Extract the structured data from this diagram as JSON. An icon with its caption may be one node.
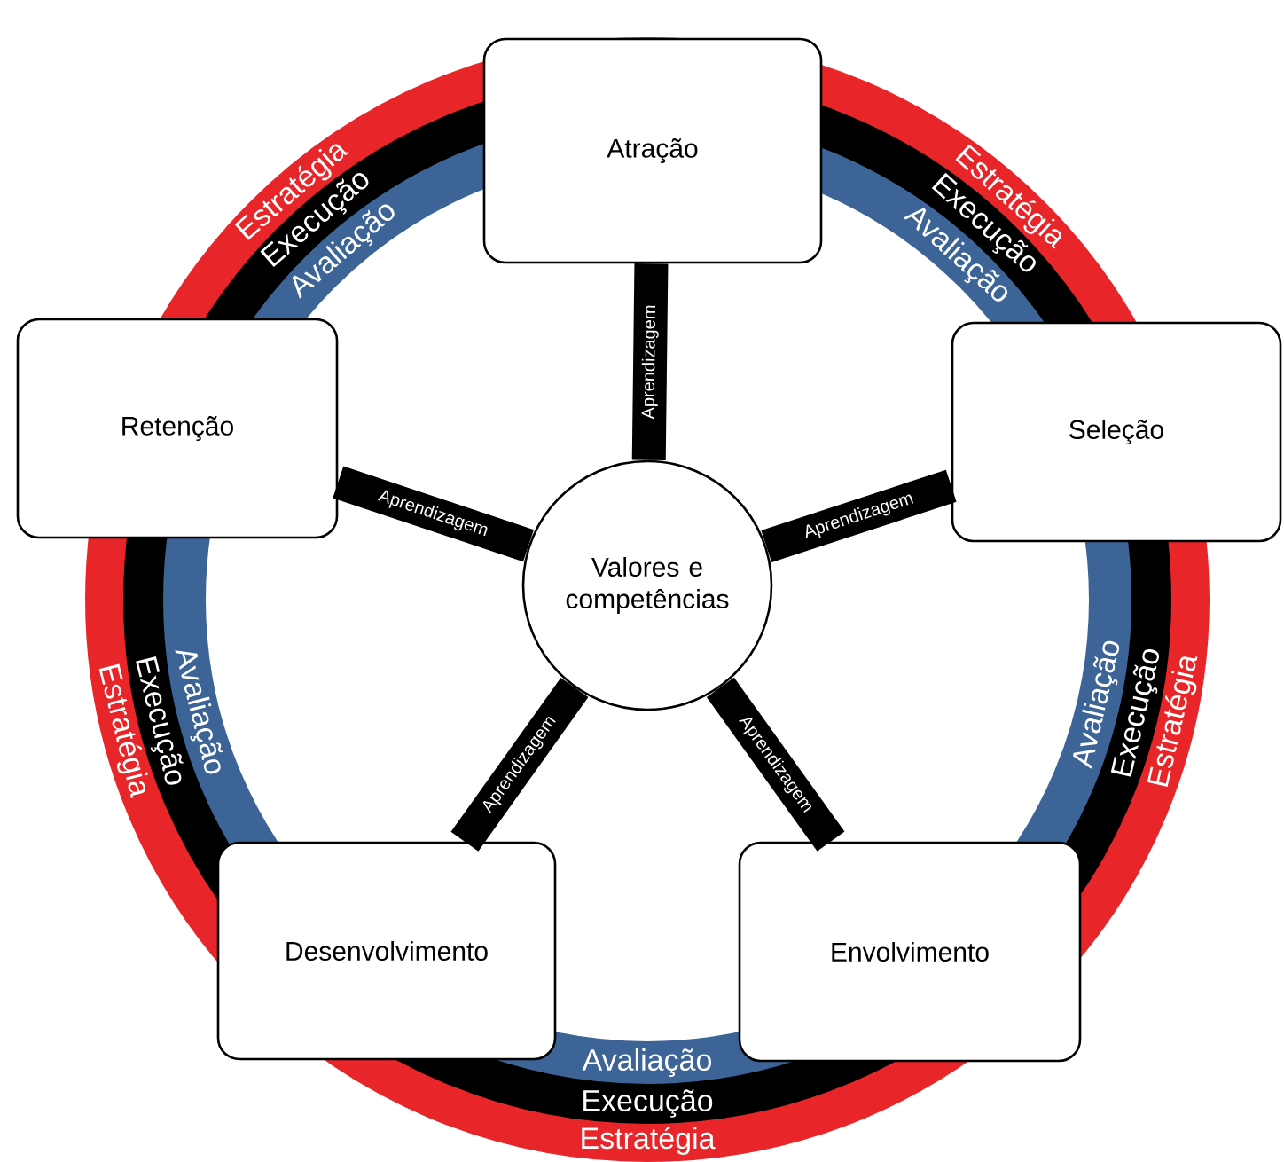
{
  "diagram": {
    "nodes": [
      {
        "text": [
          "Atração"
        ]
      },
      {
        "text": [
          "Retenção"
        ]
      },
      {
        "text": [
          "Seleção"
        ]
      },
      {
        "text": [
          "Valores e competências"
        ]
      },
      {
        "text": [
          "Desenvolvimento"
        ]
      },
      {
        "text": [
          "Envolvimento"
        ]
      }
    ],
    "edges": [
      {
        "from": 3,
        "to": 0,
        "arrow": "none",
        "label": "Aprendizagem"
      },
      {
        "from": 3,
        "to": 1,
        "arrow": "none",
        "label": "Aprendizagem"
      },
      {
        "from": 3,
        "to": 2,
        "arrow": "none",
        "label": "Aprendizagem"
      },
      {
        "from": 3,
        "to": 4,
        "arrow": "none",
        "label": "Aprendizagem"
      },
      {
        "from": 3,
        "to": 5,
        "arrow": "none",
        "label": "Aprendizagem"
      }
    ],
    "labels": [
      "Estratégia",
      "Execução",
      "Avaliação",
      "Estratégia",
      "Execução",
      "Avaliação",
      "Avaliação",
      "Execução",
      "Estratégia",
      "Avaliação",
      "Execução",
      "Estratégia",
      "Avaliação",
      "Execução",
      "Estratégia"
    ]
  }
}
